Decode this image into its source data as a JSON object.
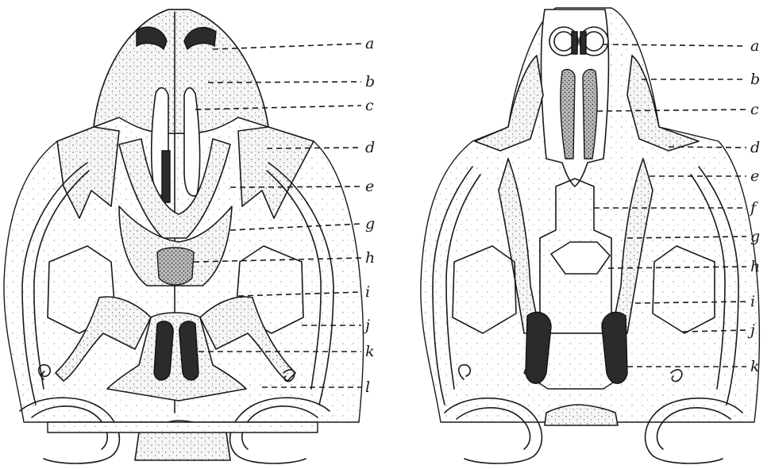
{
  "figures": [
    {
      "labels": [
        "a",
        "b",
        "c",
        "d",
        "e",
        "g",
        "h",
        "i",
        "j",
        "k",
        "l"
      ]
    },
    {
      "labels": [
        "a",
        "b",
        "c",
        "d",
        "e",
        "f",
        "g",
        "h",
        "i",
        "j",
        "k"
      ]
    }
  ]
}
